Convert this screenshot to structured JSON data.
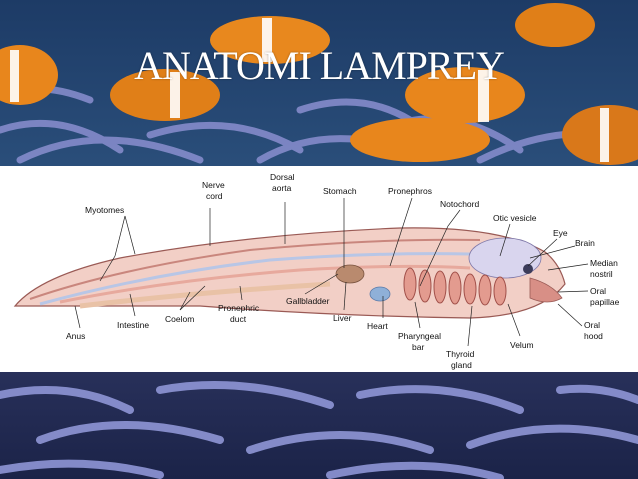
{
  "slide": {
    "title": "ANATOMI LAMPREY",
    "colors": {
      "background_fish": "#e88a1e",
      "background_anemone": "#7d86c8",
      "diagram_panel": "#ffffff"
    },
    "background_icons": [
      "clownfish-photo",
      "sea-anemone-photo"
    ]
  },
  "diagram": {
    "labels": {
      "myotomes": "Myotomes",
      "nerve_cord": [
        "Nerve",
        "cord"
      ],
      "dorsal_aorta": [
        "Dorsal",
        "aorta"
      ],
      "stomach": "Stomach",
      "pronephros": "Pronephros",
      "notochord": "Notochord",
      "otic_vesicle": "Otic vesicle",
      "eye": "Eye",
      "brain": "Brain",
      "median_nostril": [
        "Median",
        "nostril"
      ],
      "oral_papillae": [
        "Oral",
        "papillae"
      ],
      "oral_hood": [
        "Oral",
        "hood"
      ],
      "velum": "Velum",
      "thyroid_gland": [
        "Thyroid",
        "gland"
      ],
      "pharyngeal_bar": [
        "Pharyngeal",
        "bar"
      ],
      "heart": "Heart",
      "liver": "Liver",
      "gallbladder": "Gallbladder",
      "pronephric_duct": [
        "Pronephric",
        "duct"
      ],
      "coelom": "Coelom",
      "intestine": "Intestine",
      "anus": "Anus"
    }
  }
}
